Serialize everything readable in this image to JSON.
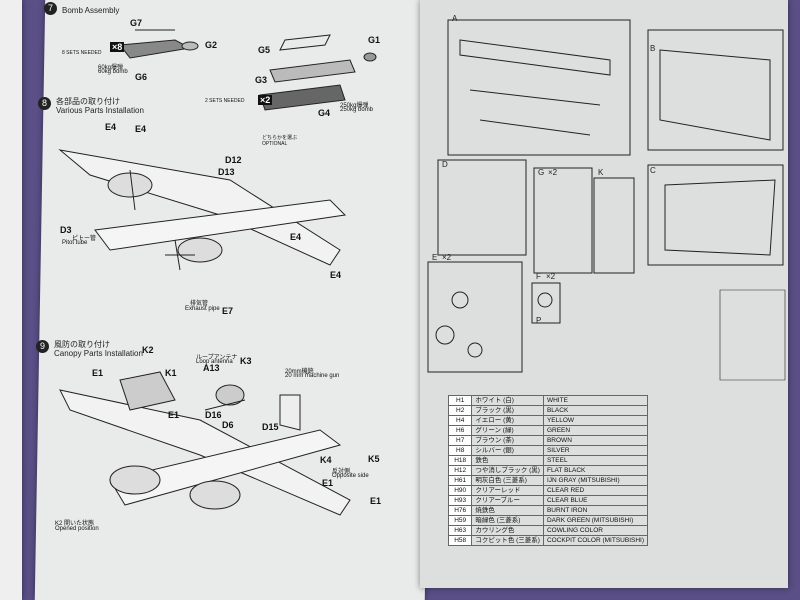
{
  "steps": {
    "step7": {
      "num": "7",
      "title": "Bomb Assembly"
    },
    "step8": {
      "num": "8",
      "title_jp": "各部品の取り付け",
      "title": "Various Parts Installation"
    },
    "step9": {
      "num": "9",
      "title_jp": "風防の取り付け",
      "title": "Canopy Parts Installation"
    }
  },
  "bomb_labels": {
    "g7": "G7",
    "g2": "G2",
    "g6": "G6",
    "g5": "G5",
    "g1": "G1",
    "g3": "G3",
    "g4": "G4",
    "x8": "×8",
    "x2": "×2",
    "sets8": "8 SETS NEEDED",
    "sets2": "2 SETS NEEDED",
    "bomb60_jp": "60kg爆弾",
    "bomb60": "60kg bomb",
    "bomb250_jp": "250kg爆弾",
    "bomb250": "250kg bomb",
    "optional_jp": "どちらかを選ぶ",
    "optional": "OPTIONAL"
  },
  "parts_labels": {
    "e4": "E4",
    "d12": "D12",
    "d13": "D13",
    "d3": "D3",
    "pitot_jp": "ピトー管",
    "pitot": "Pitot tube",
    "e7": "E7",
    "exhaust_jp": "排気管",
    "exhaust": "Exhaust pipe"
  },
  "canopy_labels": {
    "k2": "K2",
    "k1": "K1",
    "a13": "A13",
    "k3": "K3",
    "e1": "E1",
    "d16": "D16",
    "d6": "D6",
    "d15": "D15",
    "k4": "K4",
    "k5": "K5",
    "loop_jp": "ループアンテナ",
    "loop": "Loop antenna",
    "gun_jp": "20mm機銃",
    "gun": "20 mm machine gun",
    "opposite_jp": "反対側",
    "opposite": "Opposite side",
    "opened_jp": "K2 開いた状態",
    "opened": "Opened position"
  },
  "runner_labels": {
    "a": "A",
    "b": "B",
    "c": "C",
    "d": "D",
    "e": "E",
    "g": "G",
    "k": "K",
    "f": "F",
    "p": "P",
    "ex2": "×2",
    "gx2": "×2",
    "fx2": "×2"
  },
  "paint_table": [
    {
      "code": "H1",
      "jp": "ホワイト (白)",
      "en": "WHITE"
    },
    {
      "code": "H2",
      "jp": "ブラック (黒)",
      "en": "BLACK"
    },
    {
      "code": "H4",
      "jp": "イエロー (黄)",
      "en": "YELLOW"
    },
    {
      "code": "H6",
      "jp": "グリーン (緑)",
      "en": "GREEN"
    },
    {
      "code": "H7",
      "jp": "ブラウン (茶)",
      "en": "BROWN"
    },
    {
      "code": "H8",
      "jp": "シルバー (銀)",
      "en": "SILVER"
    },
    {
      "code": "H18",
      "jp": "鉄色",
      "en": "STEEL"
    },
    {
      "code": "H12",
      "jp": "つや消しブラック (黒)",
      "en": "FLAT BLACK"
    },
    {
      "code": "H61",
      "jp": "明灰白色 (三菱系)",
      "en": "IJN GRAY (MITSUBISHI)"
    },
    {
      "code": "H90",
      "jp": "クリアーレッド",
      "en": "CLEAR RED"
    },
    {
      "code": "H93",
      "jp": "クリアーブルー",
      "en": "CLEAR BLUE"
    },
    {
      "code": "H76",
      "jp": "焼鉄色",
      "en": "BURNT IRON"
    },
    {
      "code": "H59",
      "jp": "暗緑色 (三菱系)",
      "en": "DARK GREEN (MITSUBISHI)"
    },
    {
      "code": "H63",
      "jp": "カウリング色",
      "en": "COWLING COLOR"
    },
    {
      "code": "H58",
      "jp": "コクピット色 (三菱系)",
      "en": "COCKPIT COLOR (MITSUBISHI)"
    }
  ],
  "colors": {
    "background": "#5a4f86",
    "paper": "#e6e8e6",
    "ink": "#222222"
  }
}
